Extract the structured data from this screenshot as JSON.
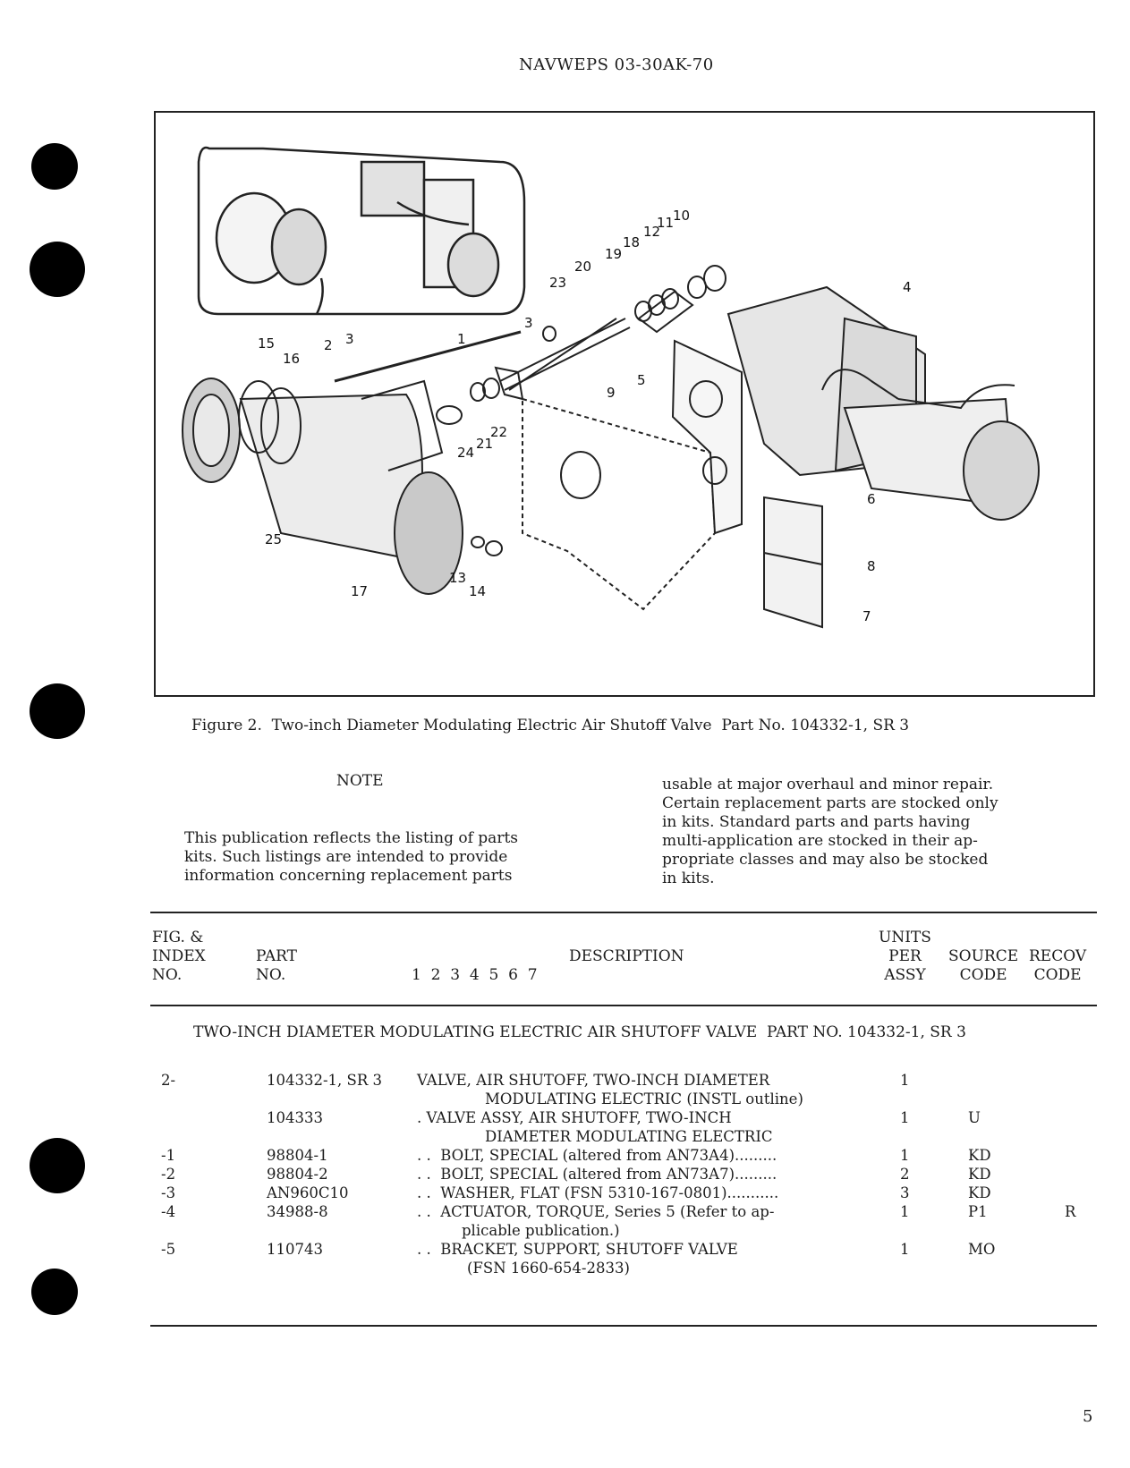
{
  "header": {
    "doc_number": "NAVWEPS 03-30AK-70"
  },
  "figure": {
    "caption": "Figure 2.  Two-inch Diameter Modulating Electric Air Shutoff Valve  Part No. 104332-1, SR 3",
    "callouts": [
      "1",
      "2",
      "3",
      "3",
      "4",
      "5",
      "6",
      "7",
      "8",
      "9",
      "10",
      "11",
      "12",
      "13",
      "14",
      "15",
      "16",
      "17",
      "18",
      "19",
      "20",
      "21",
      "22",
      "23",
      "24",
      "25"
    ]
  },
  "note": {
    "title": "NOTE",
    "left_text": "This publication reflects the listing of parts\nkits.  Such listings are intended to provide\ninformation concerning replacement parts",
    "right_text": "usable at major overhaul and minor repair.\nCertain replacement parts are stocked only\nin kits.  Standard parts and parts having\nmulti-application are stocked in their ap-\npropriate classes and may also be stocked\nin kits."
  },
  "table": {
    "headers": {
      "fig_index": "FIG. &\nINDEX\nNO.",
      "part_no": "PART\nNO.",
      "indent_levels": "1  2  3  4  5  6  7",
      "description": "DESCRIPTION",
      "units": "UNITS\nPER\nASSY",
      "source": "SOURCE\nCODE",
      "recov": "RECOV\nCODE"
    },
    "section_title": "TWO-INCH DIAMETER MODULATING ELECTRIC AIR SHUTOFF VALVE  PART NO. 104332-1, SR 3",
    "rows": [
      {
        "index": "2-",
        "part": "104332-1, SR 3",
        "desc": "VALVE, AIR SHUTOFF, TWO-INCH DIAMETER",
        "units": "1",
        "source": "",
        "recov": ""
      },
      {
        "index": "",
        "part": "",
        "desc": "MODULATING ELECTRIC (INSTL outline)",
        "units": "",
        "source": "",
        "recov": ""
      },
      {
        "index": "",
        "part": "104333",
        "desc": ". VALVE ASSY, AIR SHUTOFF, TWO-INCH",
        "units": "1",
        "source": "U",
        "recov": ""
      },
      {
        "index": "",
        "part": "",
        "desc": "DIAMETER MODULATING ELECTRIC",
        "units": "",
        "source": "",
        "recov": ""
      },
      {
        "index": "-1",
        "part": "98804-1",
        "desc": ". .  BOLT, SPECIAL (altered from AN73A4).........",
        "units": "1",
        "source": "KD",
        "recov": ""
      },
      {
        "index": "-2",
        "part": "98804-2",
        "desc": ". .  BOLT, SPECIAL (altered from AN73A7).........",
        "units": "2",
        "source": "KD",
        "recov": ""
      },
      {
        "index": "-3",
        "part": "AN960C10",
        "desc": ". .  WASHER, FLAT (FSN 5310-167-0801)...........",
        "units": "3",
        "source": "KD",
        "recov": ""
      },
      {
        "index": "-4",
        "part": "34988-8",
        "desc": ". .  ACTUATOR, TORQUE, Series 5 (Refer to ap-",
        "units": "1",
        "source": "P1",
        "recov": "R"
      },
      {
        "index": "",
        "part": "",
        "desc": "plicable publication.)",
        "units": "",
        "source": "",
        "recov": ""
      },
      {
        "index": "-5",
        "part": "110743",
        "desc": ". .  BRACKET, SUPPORT, SHUTOFF VALVE",
        "units": "1",
        "source": "MO",
        "recov": ""
      },
      {
        "index": "",
        "part": "",
        "desc": "(FSN 1660-654-2833)",
        "units": "",
        "source": "",
        "recov": ""
      }
    ]
  },
  "footer": {
    "page_number": "5"
  }
}
